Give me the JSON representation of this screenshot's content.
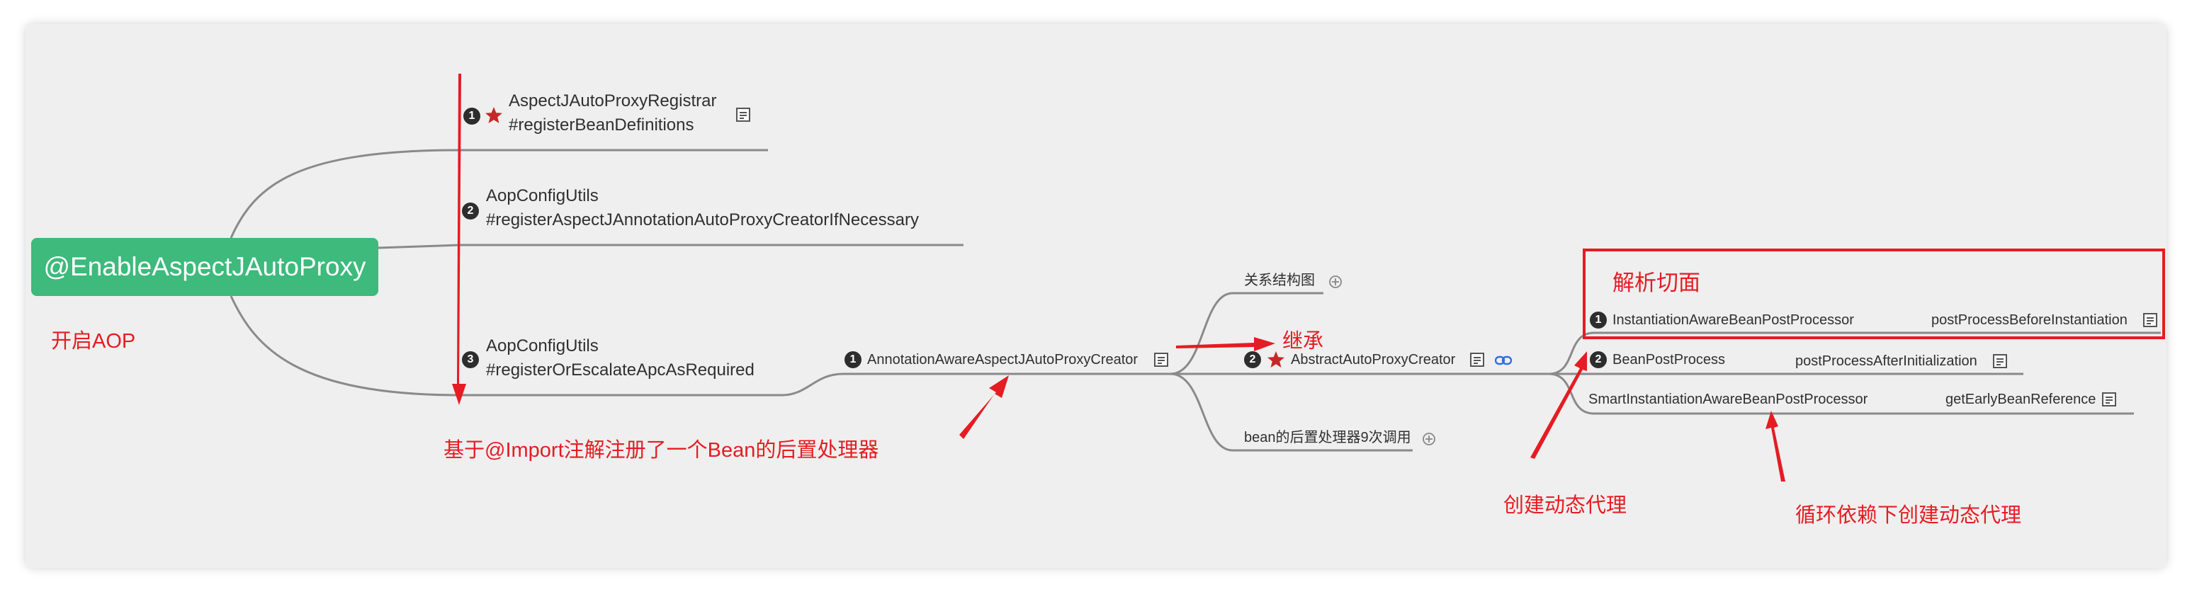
{
  "root": {
    "label": "@EnableAspectJAutoProxy",
    "annotation": "开启AOP"
  },
  "level1": [
    {
      "badge": "1",
      "line1": "AspectJAutoProxyRegistrar",
      "line2": "#registerBeanDefinitions"
    },
    {
      "badge": "2",
      "line1": "AopConfigUtils",
      "line2": "#registerAspectJAnnotationAutoProxyCreatorIfNecessary"
    },
    {
      "badge": "3",
      "line1": "AopConfigUtils",
      "line2": "#registerOrEscalateApcAsRequired"
    }
  ],
  "creator": {
    "badge": "1",
    "label": "AnnotationAwareAspectJAutoProxyCreator"
  },
  "level3": [
    {
      "label": "关系结构图"
    },
    {
      "badge": "2",
      "label": "AbstractAutoProxyCreator"
    },
    {
      "label": "bean的后置处理器9次调用"
    }
  ],
  "processors": [
    {
      "badge": "1",
      "label": "InstantiationAwareBeanPostProcessor",
      "method": "postProcessBeforeInstantiation"
    },
    {
      "badge": "2",
      "label": "BeanPostProcess",
      "method": "postProcessAfterInitialization"
    },
    {
      "badge": "",
      "label": "SmartInstantiationAwareBeanPostProcessor",
      "method": "getEarlyBeanReference"
    }
  ],
  "annotations": {
    "import_bean": "基于@Import注解注册了一个Bean的后置处理器",
    "inherit": "继承",
    "parse_aspect": "解析切面",
    "create_proxy": "创建动态代理",
    "circular_proxy": "循环依赖下创建动态代理"
  },
  "colors": {
    "root_bg": "#3dba7c",
    "annotation_red": "#e51c23",
    "canvas_bg": "#efefef",
    "line": "#8a8a8a",
    "badge": "#2d2d2d"
  },
  "icons": {
    "star": "star-icon",
    "note": "note-icon",
    "expand": "plus-circle-icon",
    "link": "link-icon"
  }
}
